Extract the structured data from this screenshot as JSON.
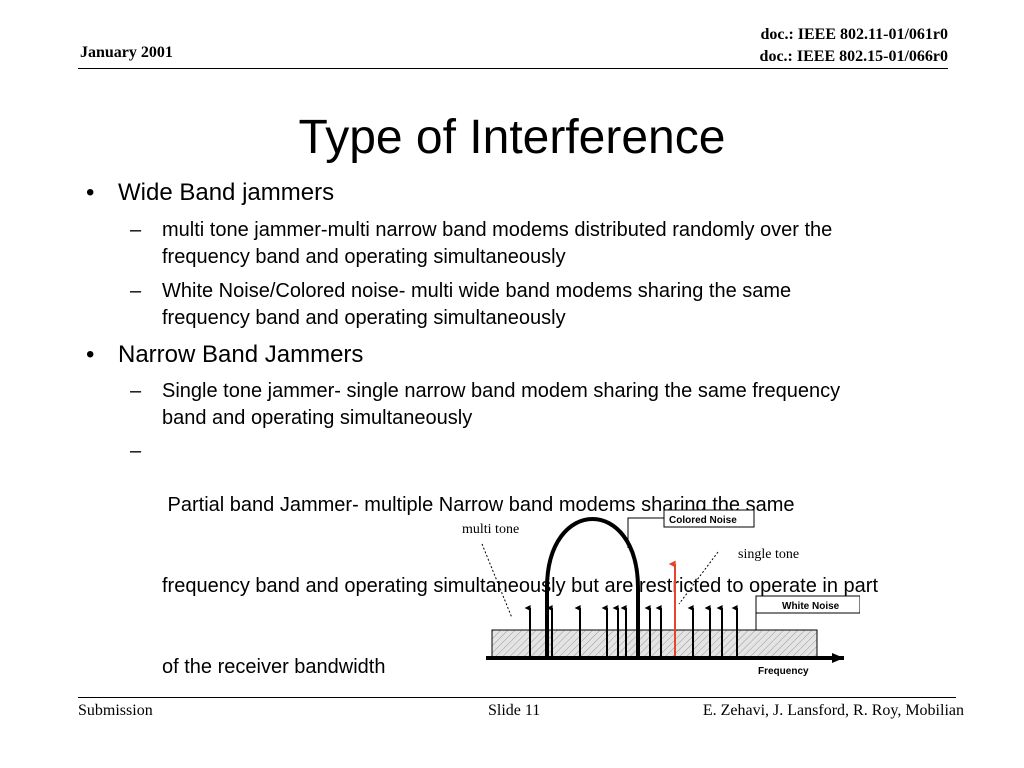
{
  "header": {
    "date": "January 2001",
    "doc1": "doc.: IEEE 802.11-01/061r0",
    "doc2": "doc.: IEEE 802.15-01/066r0"
  },
  "title": "Type of Interference",
  "bullets": [
    {
      "text": "Wide Band jammers",
      "subs": [
        [
          "multi tone jammer-multi narrow band modems distributed randomly over  the",
          "frequency band and operating simultaneously"
        ],
        [
          "White Noise/Colored noise- multi wide band modems sharing the same",
          "frequency band and operating simultaneously"
        ]
      ]
    },
    {
      "text": "Narrow Band Jammers",
      "subs": [
        [
          "Single tone jammer- single narrow band modem sharing the same frequency",
          "band and operating simultaneously"
        ],
        [
          " Partial band Jammer- multiple Narrow band modems sharing the same",
          "frequency band and operating simultaneously but are restricted to operate in part",
          "of the receiver bandwidth"
        ]
      ]
    }
  ],
  "symbols": {
    "bullet": "•",
    "dash": "–"
  },
  "figure": {
    "label_multi_tone": "multi tone",
    "label_single_tone": "single tone",
    "label_colored_noise": "Colored Noise",
    "label_white_noise": "White Noise",
    "label_frequency": "Frequency",
    "colors": {
      "single_tone_arrow": "#e8442a",
      "noise_fill": "#dcdcdc"
    }
  },
  "footer": {
    "left": "Submission",
    "center": "Slide 11",
    "right": "E. Zehavi, J. Lansford, R. Roy, Mobilian"
  }
}
